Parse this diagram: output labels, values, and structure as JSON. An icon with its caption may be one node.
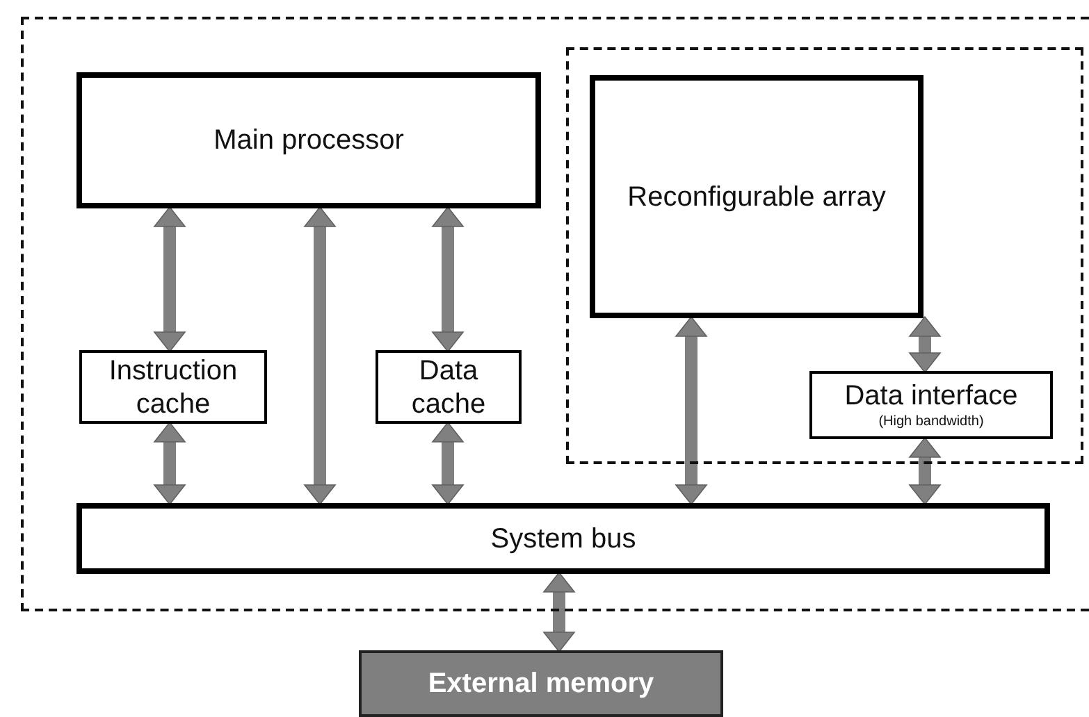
{
  "diagram": {
    "nodes": [
      {
        "text": [],
        "shape": "box"
      },
      {
        "text": [
          "Main processor"
        ],
        "in": 0
      },
      {
        "text": [
          "Instruction cache"
        ],
        "in": 0
      },
      {
        "text": [
          "Data cache"
        ],
        "in": 0
      },
      {
        "text": [],
        "shape": "box",
        "in": 0
      },
      {
        "text": [
          "Reconfigurable array"
        ],
        "in": 4
      },
      {
        "text": [
          "Data interface",
          "(High bandwidth)"
        ],
        "in": 4
      },
      {
        "text": [
          "System bus"
        ],
        "in": 0
      },
      {
        "text": [
          "External memory"
        ]
      }
    ],
    "edges": [
      {
        "from": 1,
        "to": 2,
        "arrow": "both"
      },
      {
        "from": 1,
        "to": 7,
        "arrow": "both"
      },
      {
        "from": 1,
        "to": 3,
        "arrow": "both"
      },
      {
        "from": 2,
        "to": 7,
        "arrow": "both"
      },
      {
        "from": 3,
        "to": 7,
        "arrow": "both"
      },
      {
        "from": 5,
        "to": 7,
        "arrow": "both"
      },
      {
        "from": 5,
        "to": 6,
        "arrow": "both"
      },
      {
        "from": 6,
        "to": 7,
        "arrow": "both"
      },
      {
        "from": 7,
        "to": 8,
        "arrow": "both"
      }
    ]
  }
}
